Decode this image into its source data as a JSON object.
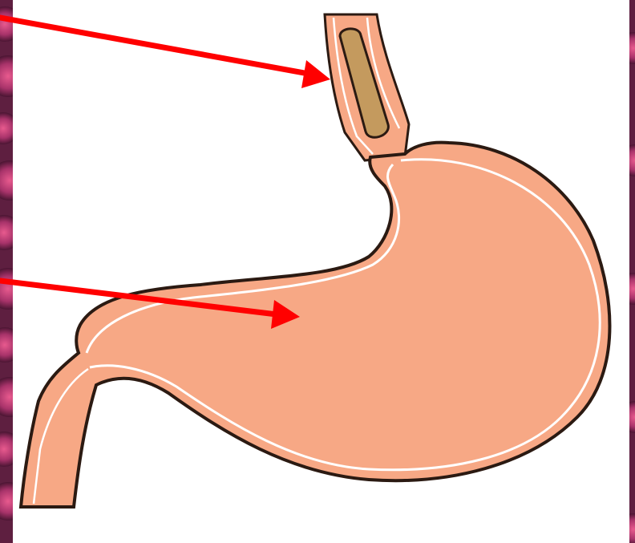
{
  "diagram": {
    "subject": "stomach-and-esophagus",
    "colors": {
      "background": "#7a2a4e",
      "panel": "#ffffff",
      "tissue_fill": "#f7a885",
      "tissue_outline": "#2b1a12",
      "lining": "#ffffff",
      "bolus_fill": "#c49a5e",
      "arrow": "#ff0000"
    },
    "arrows": [
      {
        "points_to": "food-bolus-in-esophagus"
      },
      {
        "points_to": "stomach-body"
      }
    ]
  }
}
